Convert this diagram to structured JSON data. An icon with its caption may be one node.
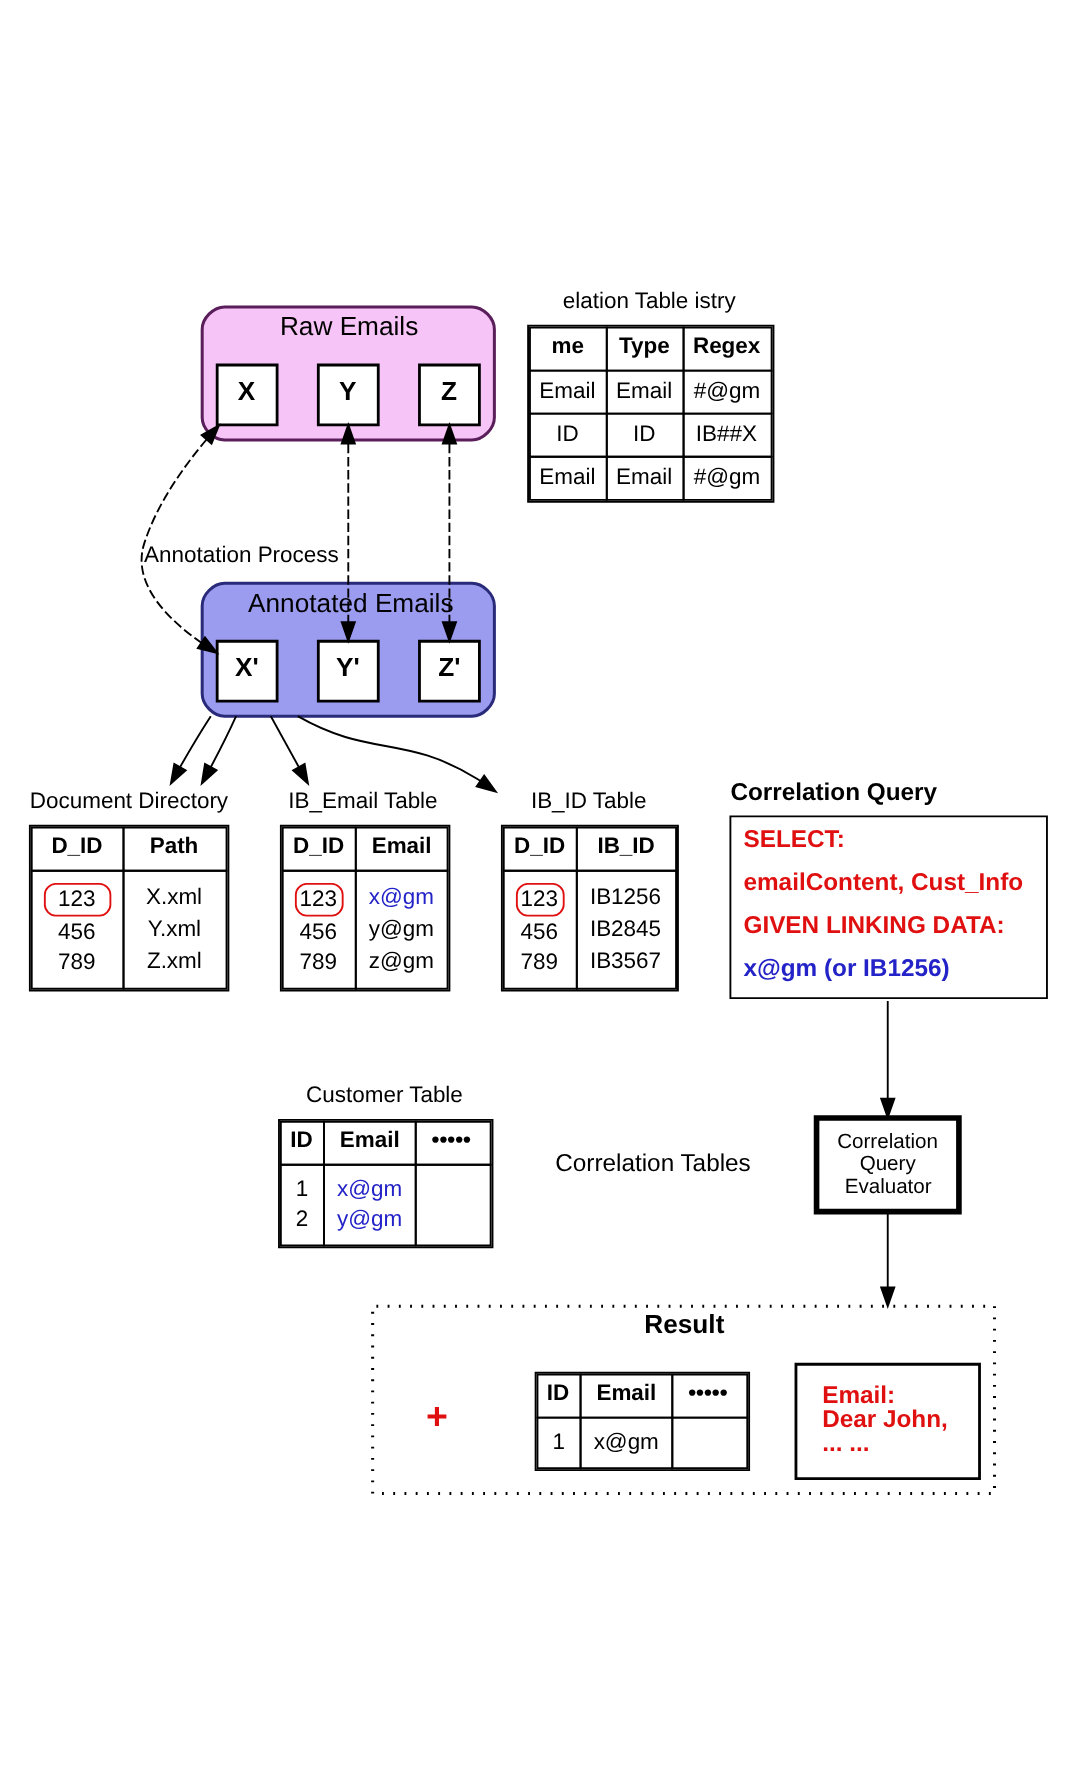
{
  "diagram": {
    "nodes": [
      {
        "text": [
          "Raw Emails"
        ]
      },
      {
        "text": [
          "X"
        ],
        "in": 0
      },
      {
        "text": [
          "Y"
        ],
        "in": 0
      },
      {
        "text": [
          "Z"
        ],
        "in": 0
      },
      {
        "text": [
          "Annotated Emails"
        ]
      },
      {
        "text": [
          "X'"
        ],
        "in": 4
      },
      {
        "text": [
          "Y'"
        ],
        "in": 4
      },
      {
        "text": [
          "Z'"
        ],
        "in": 4
      },
      {
        "text": [
          "Document Directory",
          "D_ID",
          "Path",
          "123",
          "X.xml",
          "456",
          "Y.xml",
          "789",
          "Z.xml"
        ]
      },
      {
        "text": [
          "Customer Table",
          "ID",
          "Email",
          "•••••",
          "1",
          "x@gm",
          "2",
          "y@gm"
        ]
      },
      {
        "text": [
          "elation Table istry",
          "me",
          "Type",
          "Regex",
          "Email",
          "Email",
          "#@gm",
          "ID",
          "ID",
          "IB##X",
          "Email",
          "Email",
          "#@gm"
        ]
      },
      {
        "text": [
          "IB_Email Table",
          "D_ID",
          "Email",
          "123",
          "x@gm",
          "456",
          "y@gm",
          "789",
          "z@gm"
        ]
      },
      {
        "text": [
          "IB_ID Table",
          "D_ID",
          "IB_ID",
          "123",
          "IB1256",
          "456",
          "IB2845",
          "789",
          "IB3567"
        ]
      },
      {
        "text": [
          "Correlation Query",
          "SELECT:",
          "emailContent, Cust_Info",
          "GIVEN LINKING DATA:",
          "x@gm (or IB1256)"
        ]
      },
      {
        "text": [
          "Correlation Query Evaluator"
        ]
      },
      {
        "text": [
          "Result"
        ]
      },
      {
        "text": [
          "Email:",
          "Dear John,",
          "... ..."
        ],
        "in": 15
      },
      {
        "text": [
          "ID",
          "Email",
          "•••••",
          "1",
          "x@gm"
        ],
        "in": 15
      }
    ],
    "edges": [
      {
        "from": 1,
        "to": 5,
        "arrow": "both",
        "style": "dashed",
        "label": "Annotation Process"
      },
      {
        "from": 2,
        "to": 6,
        "arrow": "both",
        "style": "dashed"
      },
      {
        "from": 3,
        "to": 7,
        "arrow": "both",
        "style": "dashed"
      },
      {
        "from": 4,
        "to": 8,
        "arrow": "to"
      },
      {
        "from": 4,
        "to": 8,
        "arrow": "to"
      },
      {
        "from": 4,
        "to": 11,
        "arrow": "to"
      },
      {
        "from": 4,
        "to": 12,
        "arrow": "to"
      },
      {
        "from": 13,
        "to": 14,
        "arrow": "to"
      },
      {
        "from": 14,
        "to": 15,
        "arrow": "to"
      }
    ],
    "labels": [
      "Correlation Tables",
      "+"
    ]
  }
}
